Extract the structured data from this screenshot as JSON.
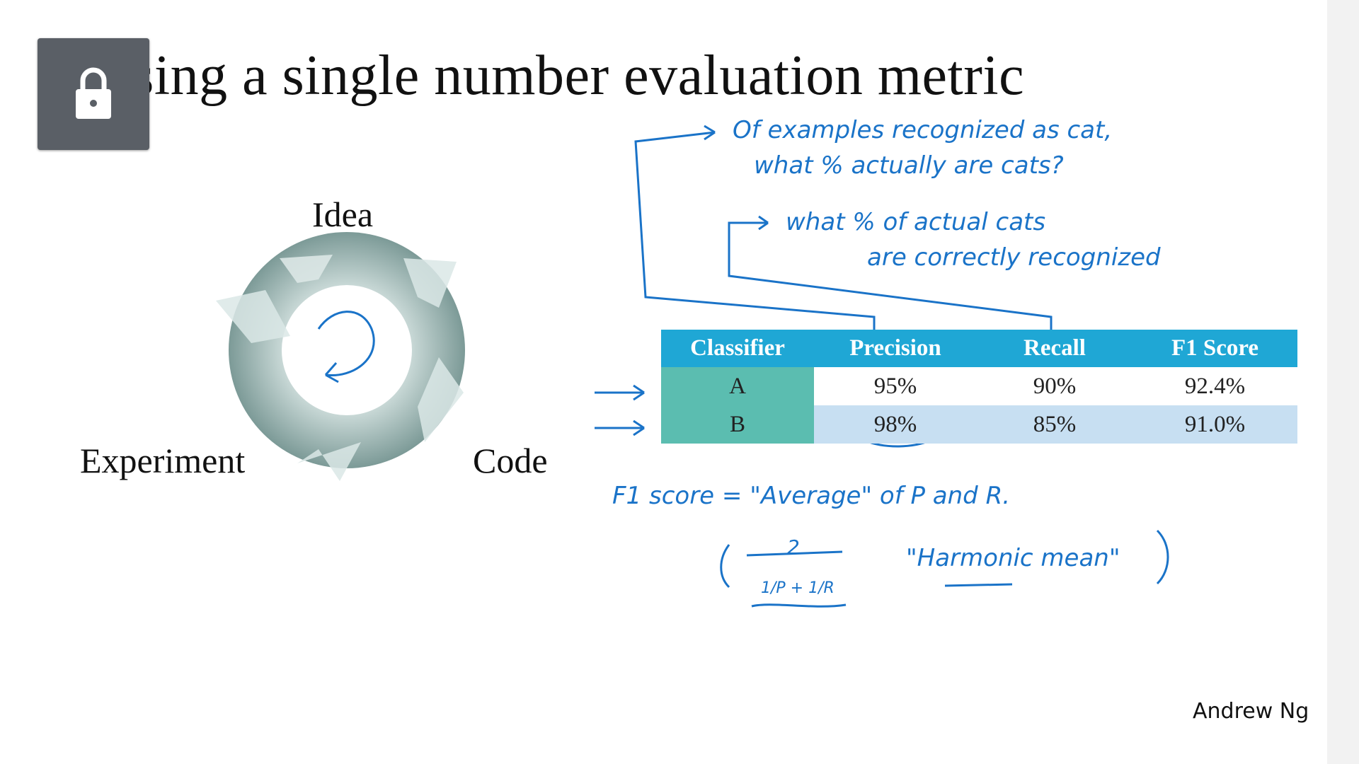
{
  "slide": {
    "title": "Using a single number evaluation metric",
    "author": "Andrew Ng"
  },
  "cycle": {
    "labels": {
      "idea": "Idea",
      "code": "Code",
      "experiment": "Experiment"
    }
  },
  "toolbar": {
    "lock_icon": "lock-icon"
  },
  "table": {
    "headers": [
      "Classifier",
      "Precision",
      "Recall",
      "F1 Score"
    ],
    "rows": [
      {
        "classifier": "A",
        "precision": "95%",
        "recall": "90%",
        "f1": "92.4%"
      },
      {
        "classifier": "B",
        "precision": "98%",
        "recall": "85%",
        "f1": "91.0%"
      }
    ]
  },
  "annotations": {
    "precision_note_line1": "Of examples recognized as cat,",
    "precision_note_line2": "what % actually are cats?",
    "recall_note_line1": "what % of actual cats",
    "recall_note_line2": "are correctly recognized",
    "f1_formula": "F1 score = \"Average\" of P and R.",
    "harmonic_mean": "\"Harmonic mean\"",
    "fraction_numerator": "2",
    "fraction_denominator": "1/P + 1/R"
  },
  "colors": {
    "header": "#1fa7d5",
    "classifier_cell": "#5bbdb0",
    "row_b": "#c7dff2",
    "ink": "#1a73c8"
  }
}
